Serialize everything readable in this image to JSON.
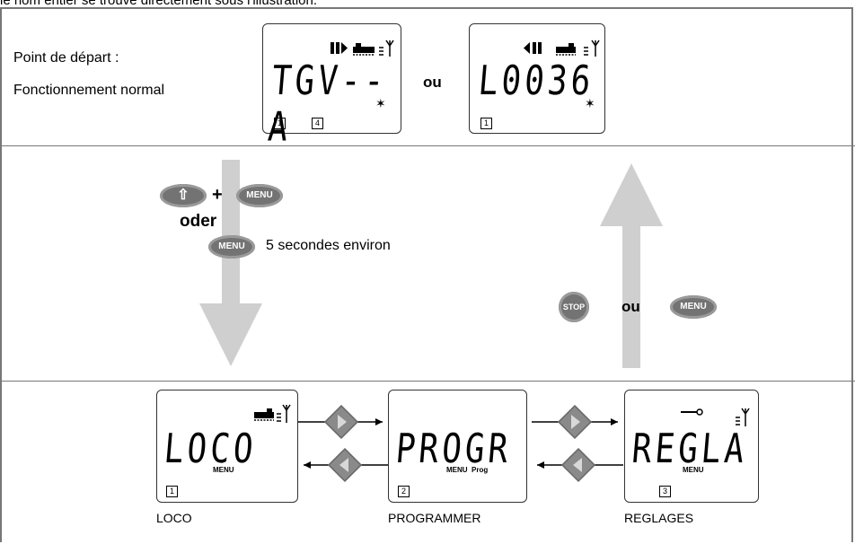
{
  "caption": "le nom entier se trouve directement sous l'illustration.",
  "top": {
    "start_label": "Point de départ :",
    "start_sub": "Fonctionnement normal",
    "or_label": "ou",
    "display1": {
      "text": "TGV--A",
      "nums": [
        "1",
        "4"
      ],
      "star": "✶"
    },
    "display2": {
      "text": "L0036",
      "nums": [
        "1"
      ],
      "star": "✶"
    }
  },
  "middle": {
    "plus": "+",
    "menu_label": "MENU",
    "shift_icon": "⇧",
    "oder": "oder",
    "duration": "5 secondes environ",
    "stop_label": "STOP",
    "ou": "ou"
  },
  "bottom": {
    "screens": [
      {
        "text": "LOCO",
        "sub": "MENU",
        "num": "1",
        "name": "LOCO"
      },
      {
        "text": "PROGR",
        "sub": "MENU  Prog",
        "num": "2",
        "name": "PROGRAMMER"
      },
      {
        "text": "REGLA",
        "sub": "MENU",
        "num": "3",
        "name": "REGLAGES"
      }
    ]
  },
  "colors": {
    "arrow": "#cfcfcf",
    "button": "#737373",
    "nav_diamond": "#8a8a8a",
    "frame": "#777777"
  }
}
